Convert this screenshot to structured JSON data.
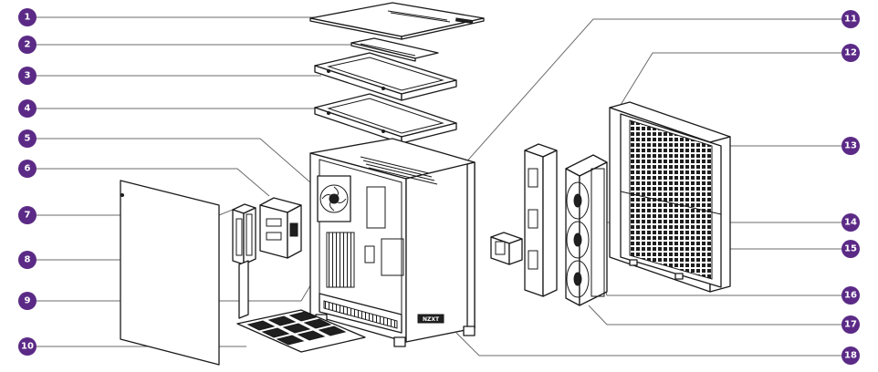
{
  "diagram": {
    "callout_color": "#5b2a86",
    "callouts": [
      "1",
      "2",
      "3",
      "4",
      "5",
      "6",
      "7",
      "8",
      "9",
      "10",
      "11",
      "12",
      "13",
      "14",
      "15",
      "16",
      "17",
      "18"
    ],
    "brand_mark": "NZXT"
  }
}
